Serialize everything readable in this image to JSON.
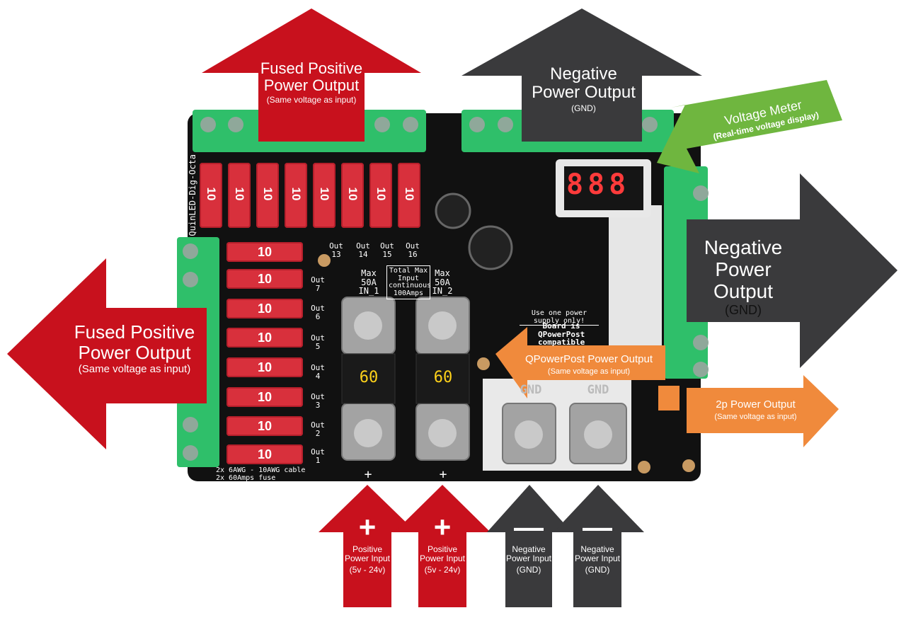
{
  "board": {
    "name": "QuinLED-Dig-Octa",
    "fuse_rating": "10",
    "outputs": [
      "Out 13",
      "Out 14",
      "Out 15",
      "Out 16"
    ],
    "side_outputs": [
      "Out 7",
      "Out 6",
      "Out 5",
      "Out 4",
      "Out 3",
      "Out 2",
      "Out 1"
    ],
    "in1_label": "Max 50A IN_1",
    "in2_label": "Max 50A IN_2",
    "total_label": "Total Max Input continuous 100Amps",
    "big_fuse": "60",
    "warning": "Use one power supply only!",
    "qpp_note": "Board is QPowerPost compatible",
    "cable_note": "2x 6AWG - 10AWG cable\n2x 60Amps fuse",
    "gnd": "GND",
    "plus": "+",
    "meter_digits": "888"
  },
  "labels": {
    "top_fused": {
      "main": "Fused Positive Power Output",
      "sub": "(Same voltage as input)"
    },
    "top_negative": {
      "main": "Negative Power Output",
      "sub": "(GND)"
    },
    "voltage_meter": {
      "main": "Voltage Meter",
      "sub": "(Real-time voltage display)"
    },
    "right_negative": {
      "main": "Negative Power Output",
      "sub": "(GND)"
    },
    "left_fused": {
      "main": "Fused Positive Power Output",
      "sub": "(Same voltage as input)"
    },
    "qpowerpost": {
      "main": "QPowerPost Power Output",
      "sub": "(Same voltage as input)"
    },
    "two_p": {
      "main": "2p Power Output",
      "sub": "(Same voltage as input)"
    },
    "pos_in_1": {
      "sign": "+",
      "main": "Positive Power Input",
      "sub": "(5v - 24v)"
    },
    "pos_in_2": {
      "sign": "+",
      "main": "Positive Power Input",
      "sub": "(5v - 24v)"
    },
    "neg_in_1": {
      "sign": "—",
      "main": "Negative Power Input",
      "sub": "(GND)"
    },
    "neg_in_2": {
      "sign": "—",
      "main": "Negative Power Input",
      "sub": "(GND)"
    }
  },
  "colors": {
    "red": "#c8111d",
    "dark": "#3a3a3c",
    "green": "#6fb63f",
    "orange": "#f08a3c",
    "pcb": "#111111",
    "terminal": "#2fbf6a"
  }
}
